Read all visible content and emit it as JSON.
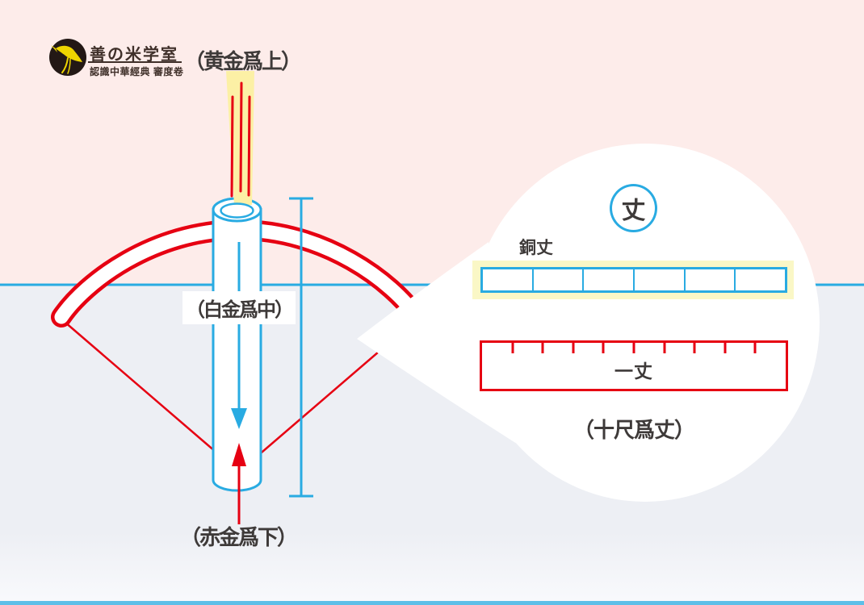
{
  "colors": {
    "blue": "#29abe2",
    "red": "#e60012",
    "pink-bg": "#fdecea",
    "lavender-bg": "#edeff4",
    "torch-yellow": "#fcf0a5",
    "highlight-yellow": "#faf7c6",
    "ink": "#3e3a39",
    "logo-brown": "#40302a",
    "logo-circle": "#231815",
    "bird-yellow": "#eed500",
    "white": "#ffffff"
  },
  "logo": {
    "brand": "善の米学室",
    "subtitle": "認識中華經典 審度卷"
  },
  "instrument": {
    "label_top": "（黄金爲上）",
    "label_middle": "（白金爲中）",
    "label_bottom": "（赤金爲下）"
  },
  "callout": {
    "unit_badge": "丈",
    "bronze_ruler": {
      "label": "銅丈",
      "segments": 6
    },
    "red_ruler": {
      "label": "一丈",
      "divisions": 10
    },
    "caption": "（十尺爲丈）"
  }
}
